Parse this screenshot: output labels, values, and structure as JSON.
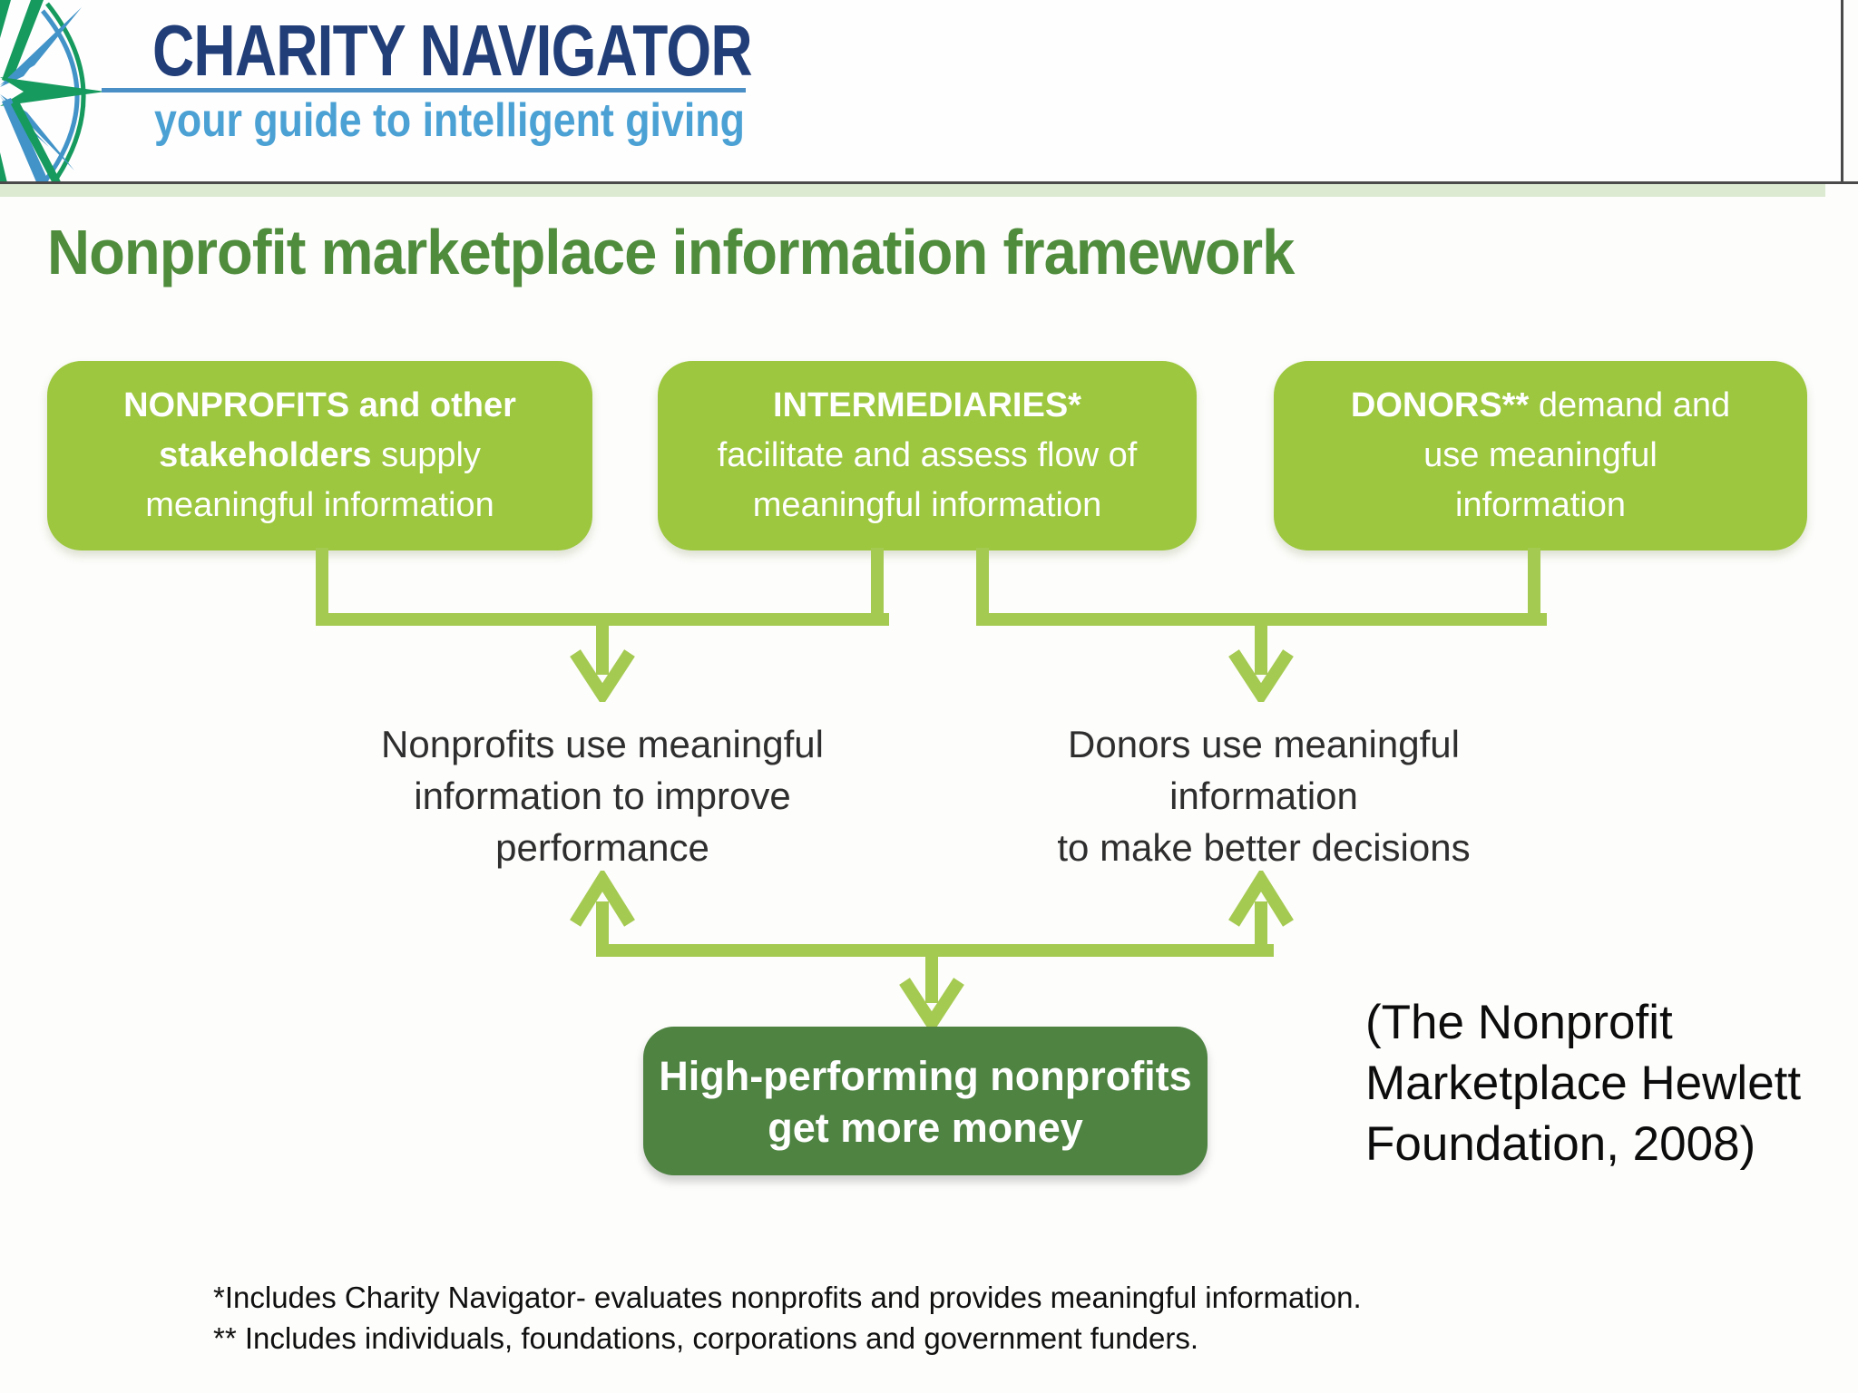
{
  "header": {
    "brand": "CHARITY NAVIGATOR",
    "tagline": "your guide to intelligent giving",
    "logo_icon": "compass-star-icon",
    "colors": {
      "brand_navy": "#223e78",
      "tagline_blue": "#4ba1d4",
      "rule_blue": "#4b8fc7",
      "logo_blue": "#4293c8",
      "logo_green": "#169a5e"
    }
  },
  "title": "Nonprofit marketplace information framework",
  "boxes": [
    {
      "id": "nonprofits",
      "lines": [
        {
          "bold": "NONPROFITS and other",
          "regular": ""
        },
        {
          "bold": "stakeholders",
          "regular": " supply"
        },
        {
          "bold": "",
          "regular": "meaningful information"
        }
      ]
    },
    {
      "id": "intermediaries",
      "lines": [
        {
          "bold": "INTERMEDIARIES*",
          "regular": ""
        },
        {
          "bold": "",
          "regular": "facilitate  and assess flow of"
        },
        {
          "bold": "",
          "regular": "meaningful information"
        }
      ]
    },
    {
      "id": "donors",
      "lines": [
        {
          "bold": "DONORS**",
          "regular": " demand and"
        },
        {
          "bold": "",
          "regular": "use meaningful"
        },
        {
          "bold": "",
          "regular": "information"
        }
      ]
    }
  ],
  "flow_texts": {
    "left": "Nonprofits use meaningful\ninformation to improve\nperformance",
    "right": "Donors use meaningful\ninformation\nto make better decisions"
  },
  "outcome_box": {
    "text": "High-performing nonprofits\nget more money"
  },
  "citation": "(The Nonprofit\nMarketplace Hewlett\nFoundation, 2008)",
  "footnotes": [
    "*Includes Charity Navigator- evaluates nonprofits and provides meaningful information.",
    "** Includes individuals, foundations, corporations and government funders."
  ],
  "colors": {
    "box_green": "#9cc73e",
    "connector_green": "#a5ca52",
    "outcome_green": "#4e8342",
    "title_green": "#4f8c3c",
    "band_green": "#dcead2"
  }
}
